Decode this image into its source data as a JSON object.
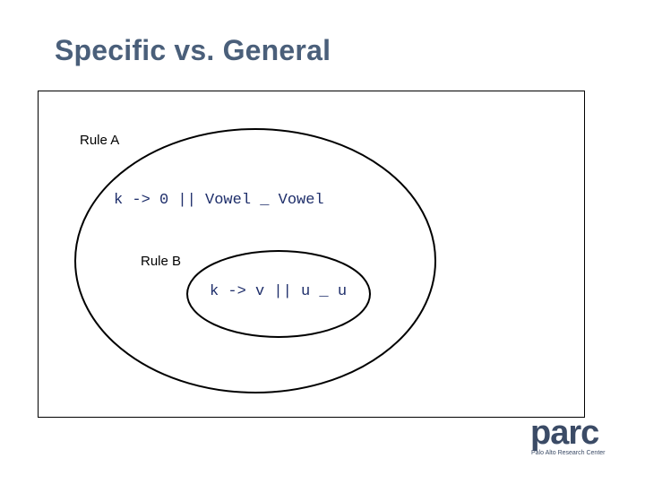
{
  "slide": {
    "title": "Specific vs. General"
  },
  "diagram": {
    "rule_a": {
      "label": "Rule A",
      "rule": "k -> 0 || Vowel _ Vowel"
    },
    "rule_b": {
      "label": "Rule B",
      "rule": "k -> v || u _ u"
    }
  },
  "logo": {
    "wordmark": "parc",
    "subtitle": "Palo Alto Research Center"
  },
  "colors": {
    "title": "#4a5f7a",
    "code": "#1f2f6b",
    "logo": "#3b4b66"
  }
}
